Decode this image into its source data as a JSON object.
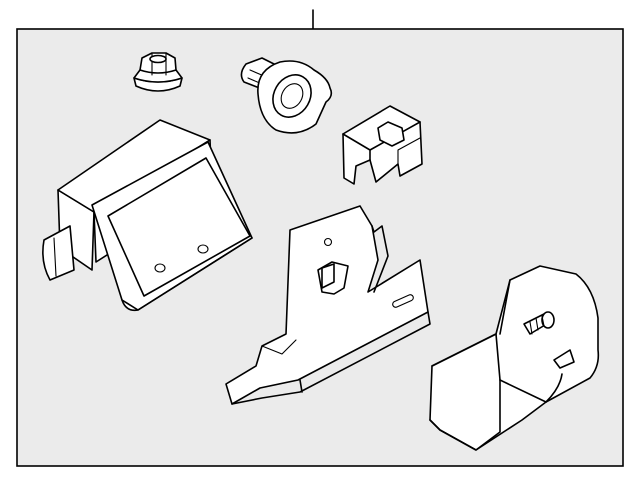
{
  "diagram": {
    "background_color": "#ebebeb",
    "line_color": "#000000",
    "parts": [
      {
        "id": "flange-nut",
        "icon": "hex-flange-nut-icon"
      },
      {
        "id": "grommet",
        "icon": "grommet-icon"
      },
      {
        "id": "retainer-clip",
        "icon": "clip-icon"
      },
      {
        "id": "control-module",
        "icon": "module-with-bracket-icon"
      },
      {
        "id": "mounting-bracket",
        "icon": "bracket-icon"
      },
      {
        "id": "cover",
        "icon": "cover-icon"
      }
    ]
  }
}
